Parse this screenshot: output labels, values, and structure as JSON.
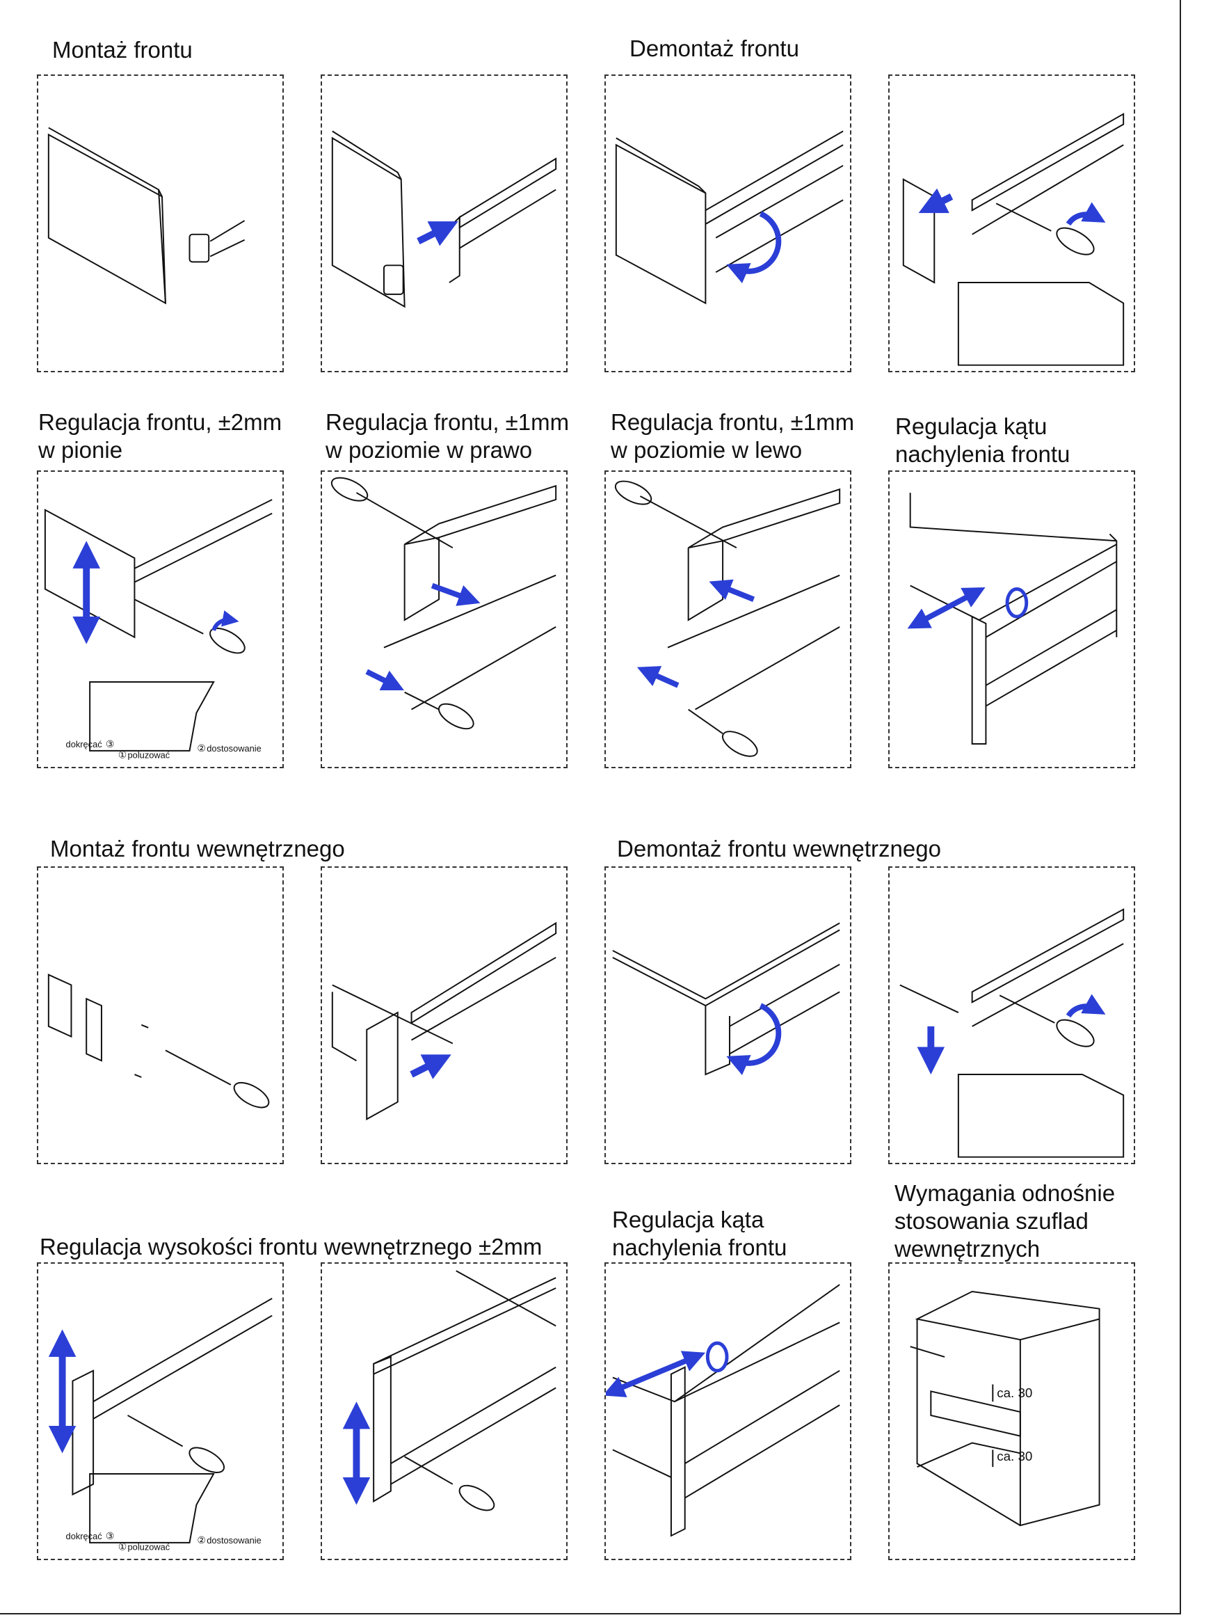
{
  "headings": {
    "h1": "Montaż frontu",
    "h2": "Demontaż frontu",
    "h3": "Regulacja frontu, ±2mm\nw pionie",
    "h4": "Regulacja frontu, ±1mm\nw poziomie w prawo",
    "h5": "Regulacja frontu, ±1mm\nw poziomie w lewo",
    "h6": "Regulacja kątu\nnachylenia frontu",
    "h7": "Montaż frontu wewnętrznego",
    "h8": "Demontaż frontu wewnętrznego",
    "h9": "Regulacja wysokości frontu wewnętrznego ±2mm",
    "h10": "Regulacja kąta\nnachylenia frontu",
    "h11": "Wymagania odnośnie\nstosowania szuflad\nwewnętrznych"
  },
  "labels": {
    "tighten": "dokręcać",
    "loosen": "poluzować",
    "adjust": "dostosowanie",
    "step1": "①",
    "step2": "②",
    "step3": "③",
    "clearance_top": "ca. 30",
    "clearance_bottom": "ca. 30"
  },
  "colors": {
    "arrow_blue": "#2b3fd6",
    "line": "#111111"
  }
}
